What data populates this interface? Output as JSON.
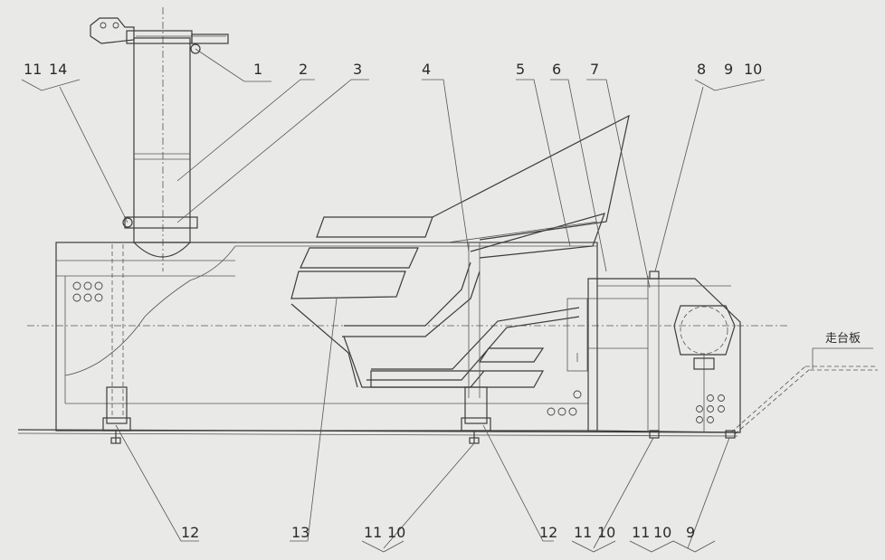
{
  "callouts": [
    {
      "id": "c1",
      "text": "1"
    },
    {
      "id": "c2",
      "text": "2"
    },
    {
      "id": "c3",
      "text": "3"
    },
    {
      "id": "c4",
      "text": "4"
    },
    {
      "id": "c5",
      "text": "5"
    },
    {
      "id": "c6",
      "text": "6"
    },
    {
      "id": "c7",
      "text": "7"
    },
    {
      "id": "c8",
      "text": "8"
    },
    {
      "id": "c9",
      "text": "9"
    },
    {
      "id": "c10",
      "text": "10"
    },
    {
      "id": "c11",
      "text": "11"
    },
    {
      "id": "c14",
      "text": "14"
    },
    {
      "id": "c12a",
      "text": "12"
    },
    {
      "id": "c13",
      "text": "13"
    },
    {
      "id": "c11b",
      "text": "11"
    },
    {
      "id": "c10b",
      "text": "10"
    },
    {
      "id": "c12b",
      "text": "12"
    },
    {
      "id": "c11c",
      "text": "11"
    },
    {
      "id": "c10c",
      "text": "10"
    },
    {
      "id": "c11d",
      "text": "11"
    },
    {
      "id": "c10d",
      "text": "10"
    },
    {
      "id": "c9b",
      "text": "9"
    }
  ],
  "platform_label": "走台板"
}
